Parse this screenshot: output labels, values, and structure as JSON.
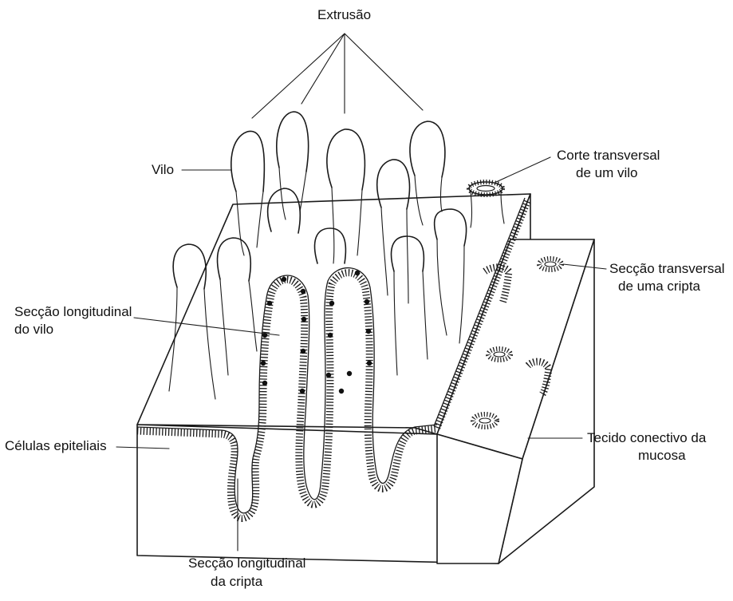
{
  "labels": {
    "extrusao": "Extrusão",
    "vilo": "Vilo",
    "corte_transversal_line1": "Corte transversal",
    "corte_transversal_line2": "de um vilo",
    "seccao_transversal_line1": "Secção transversal",
    "seccao_transversal_line2": "de uma cripta",
    "seccao_longitudinal_vilo_line1": "Secção longitudinal",
    "seccao_longitudinal_vilo_line2": "do vilo",
    "celulas_epiteliais": "Células epiteliais",
    "tecido_conectivo_line1": "Tecido conectivo da",
    "tecido_conectivo_line2": "mucosa",
    "seccao_longitudinal_cripta_line1": "Secção longitudinal",
    "seccao_longitudinal_cripta_line2": "da cripta"
  },
  "colors": {
    "ink": "#1a1a1a",
    "background": "#ffffff"
  }
}
